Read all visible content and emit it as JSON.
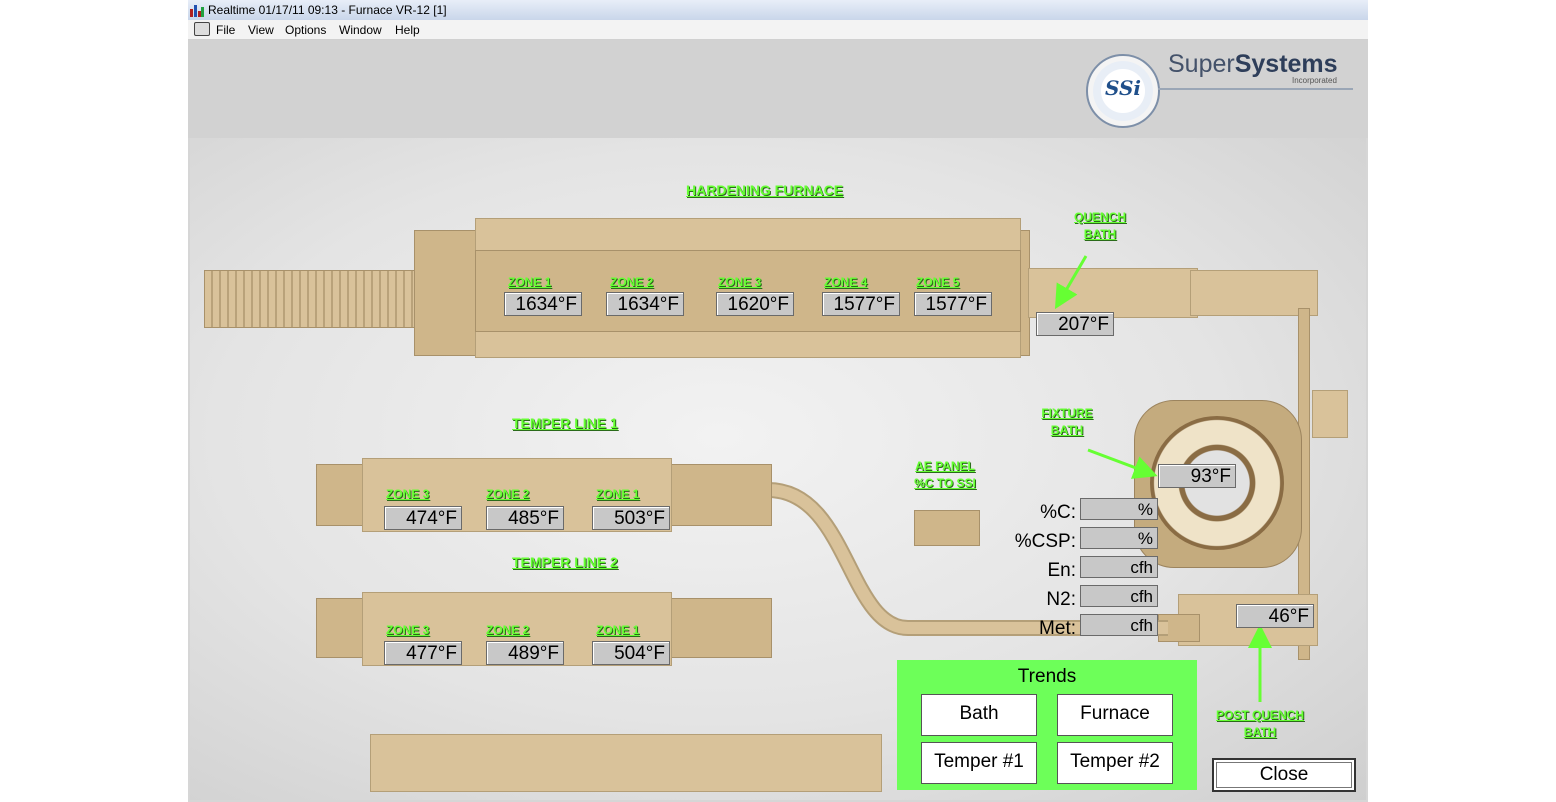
{
  "window": {
    "title": "Realtime  01/17/11 09:13  -  Furnace VR-12 [1]",
    "menu": [
      "File",
      "View",
      "Options",
      "Window",
      "Help"
    ]
  },
  "logo": {
    "initials": "SSi",
    "super": "Super",
    "systems": "Systems",
    "sub": "Incorporated"
  },
  "labels": {
    "hardening_furnace": "HARDENING FURNACE",
    "quench_bath": [
      "QUENCH",
      "BATH"
    ],
    "temper_line_1": "TEMPER LINE 1",
    "temper_line_2": "TEMPER LINE 2",
    "fixture_bath": [
      "FIXTURE",
      "BATH"
    ],
    "ae_panel": [
      "AE PANEL",
      "%C TO SSI"
    ],
    "post_quench_bath": [
      "POST QUENCH",
      "BATH"
    ]
  },
  "hardening_zones": [
    {
      "label": "ZONE 1",
      "value": "1634°F"
    },
    {
      "label": "ZONE 2",
      "value": "1634°F"
    },
    {
      "label": "ZONE 3",
      "value": "1620°F"
    },
    {
      "label": "ZONE 4",
      "value": "1577°F"
    },
    {
      "label": "ZONE 5",
      "value": "1577°F"
    }
  ],
  "quench_bath_temp": "207°F",
  "temper_line_1_zones": [
    {
      "label": "ZONE 3",
      "value": "474°F"
    },
    {
      "label": "ZONE 2",
      "value": "485°F"
    },
    {
      "label": "ZONE 1",
      "value": "503°F"
    }
  ],
  "temper_line_2_zones": [
    {
      "label": "ZONE 3",
      "value": "477°F"
    },
    {
      "label": "ZONE 2",
      "value": "489°F"
    },
    {
      "label": "ZONE 1",
      "value": "504°F"
    }
  ],
  "fixture_bath_temp": "93°F",
  "post_quench_bath_temp": "46°F",
  "panel": [
    {
      "label": "%C:",
      "value": "%"
    },
    {
      "label": "%CSP:",
      "value": "%"
    },
    {
      "label": "En:",
      "value": "cfh"
    },
    {
      "label": "N2:",
      "value": "cfh"
    },
    {
      "label": "Met:",
      "value": "cfh"
    }
  ],
  "trends": {
    "title": "Trends",
    "bath": "Bath",
    "furnace": "Furnace",
    "temper1": "Temper #1",
    "temper2": "Temper #2"
  },
  "close_label": "Close"
}
